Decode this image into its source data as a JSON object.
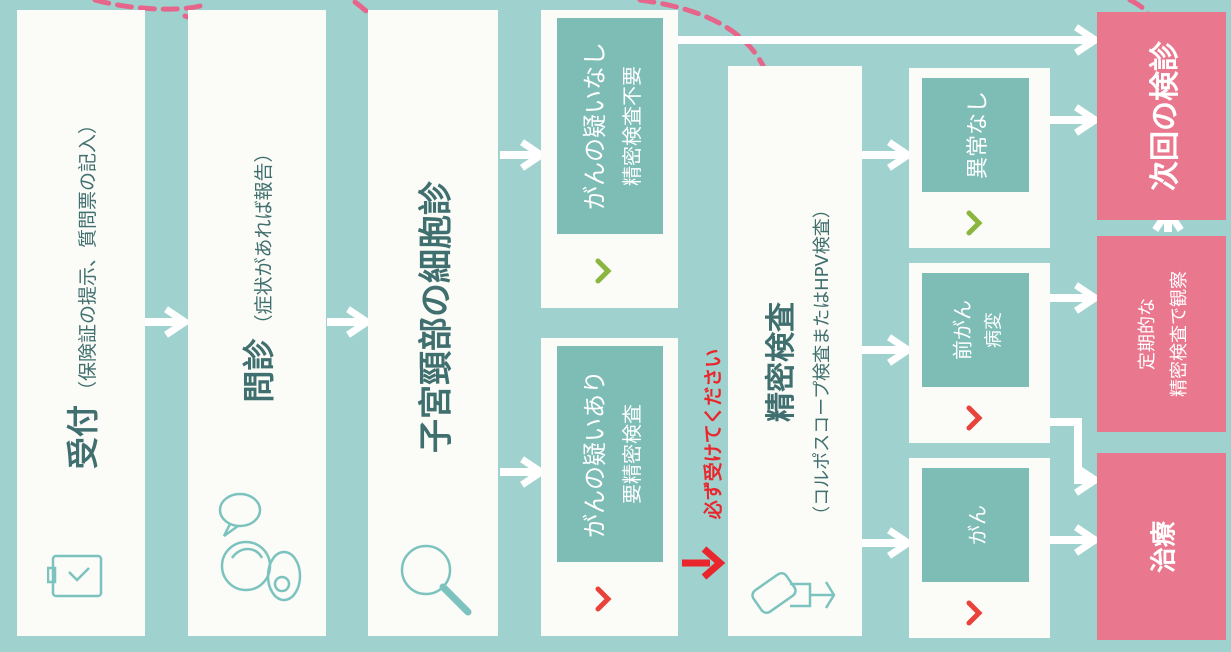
{
  "steps": {
    "reception": {
      "title": "受付",
      "note": "（保険証の提示、質問票の記入）"
    },
    "interview": {
      "title": "問診",
      "note": "（症状があれば報告）"
    },
    "cytology": {
      "title": "子宮頸部の細胞診"
    },
    "no_suspicion": {
      "line1": "がんの疑いなし",
      "line2": "精密検査不要"
    },
    "suspicion": {
      "line1": "がんの疑いあり",
      "line2": "要精密検査"
    },
    "detailed_exam": {
      "title": "精密検査",
      "note": "（コルポスコープ検査またはHPV検査）"
    },
    "no_abnormality": {
      "label": "異常なし"
    },
    "precancer": {
      "line1": "前がん",
      "line2": "病変"
    },
    "cancer": {
      "label": "がん"
    }
  },
  "outcomes": {
    "next_exam": "次回の検診",
    "periodic": {
      "line1": "定期的な",
      "line2": "精密検査で観察"
    },
    "treatment": "治療"
  },
  "notice": "必ず受けてください",
  "colors": {
    "background": "#9fd2cf",
    "panel": "#fbfbf7",
    "inner_box": "#7dbdb6",
    "outcome_pink": "#e9778e",
    "arrow": "#ffffff",
    "check_green": "#8ab63f",
    "check_red": "#e8423a",
    "notice_red": "#e8262c",
    "dashed_line": "#e5668a"
  }
}
